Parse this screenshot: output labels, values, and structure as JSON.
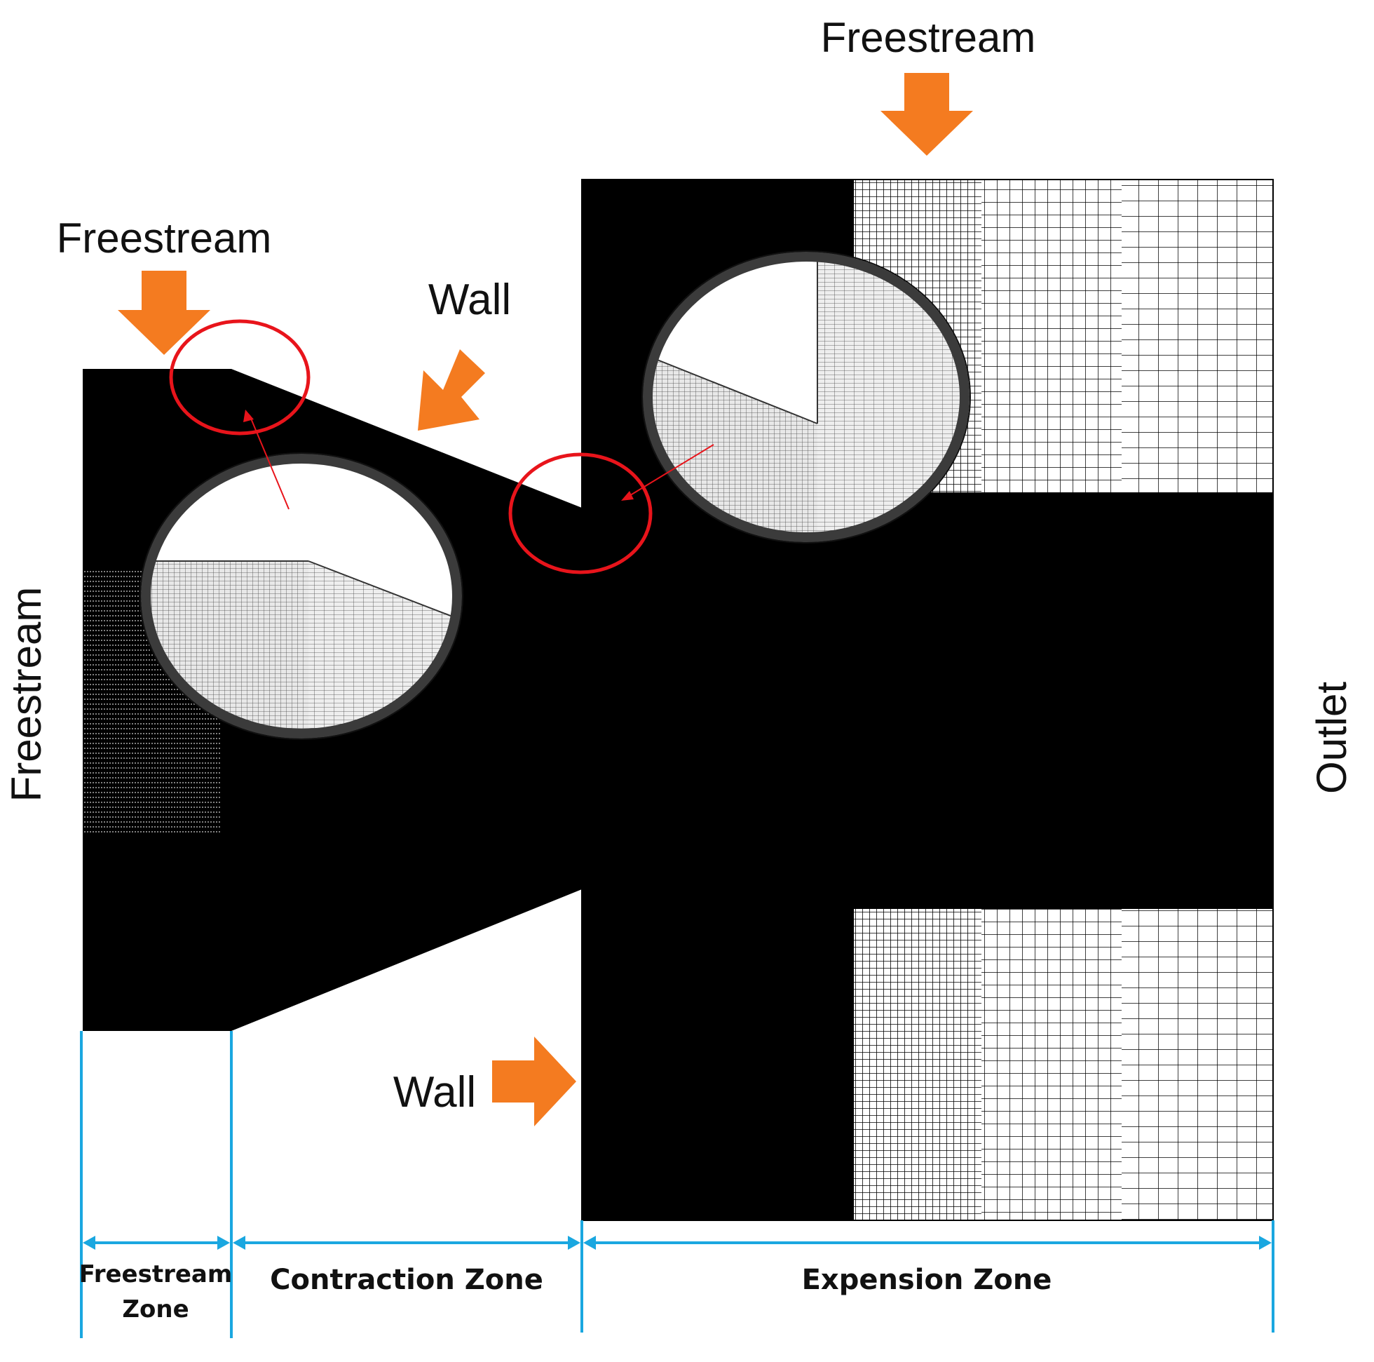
{
  "labels": {
    "freestream_top": "Freestream",
    "freestream_upper_left": "Freestream",
    "freestream_left": "Freestream",
    "wall_upper": "Wall",
    "wall_lower": "Wall",
    "outlet": "Outlet"
  },
  "zones": {
    "freestream_line1": "Freestream",
    "freestream_line2": "Zone",
    "contraction": "Contraction Zone",
    "expansion": "Expension Zone"
  },
  "colors": {
    "mesh": "#000000",
    "arrow": "#f47b20",
    "highlight_circle": "#e8141b",
    "zoom_ring": "#3b3b3b",
    "dimension_line": "#1aa7e0"
  }
}
